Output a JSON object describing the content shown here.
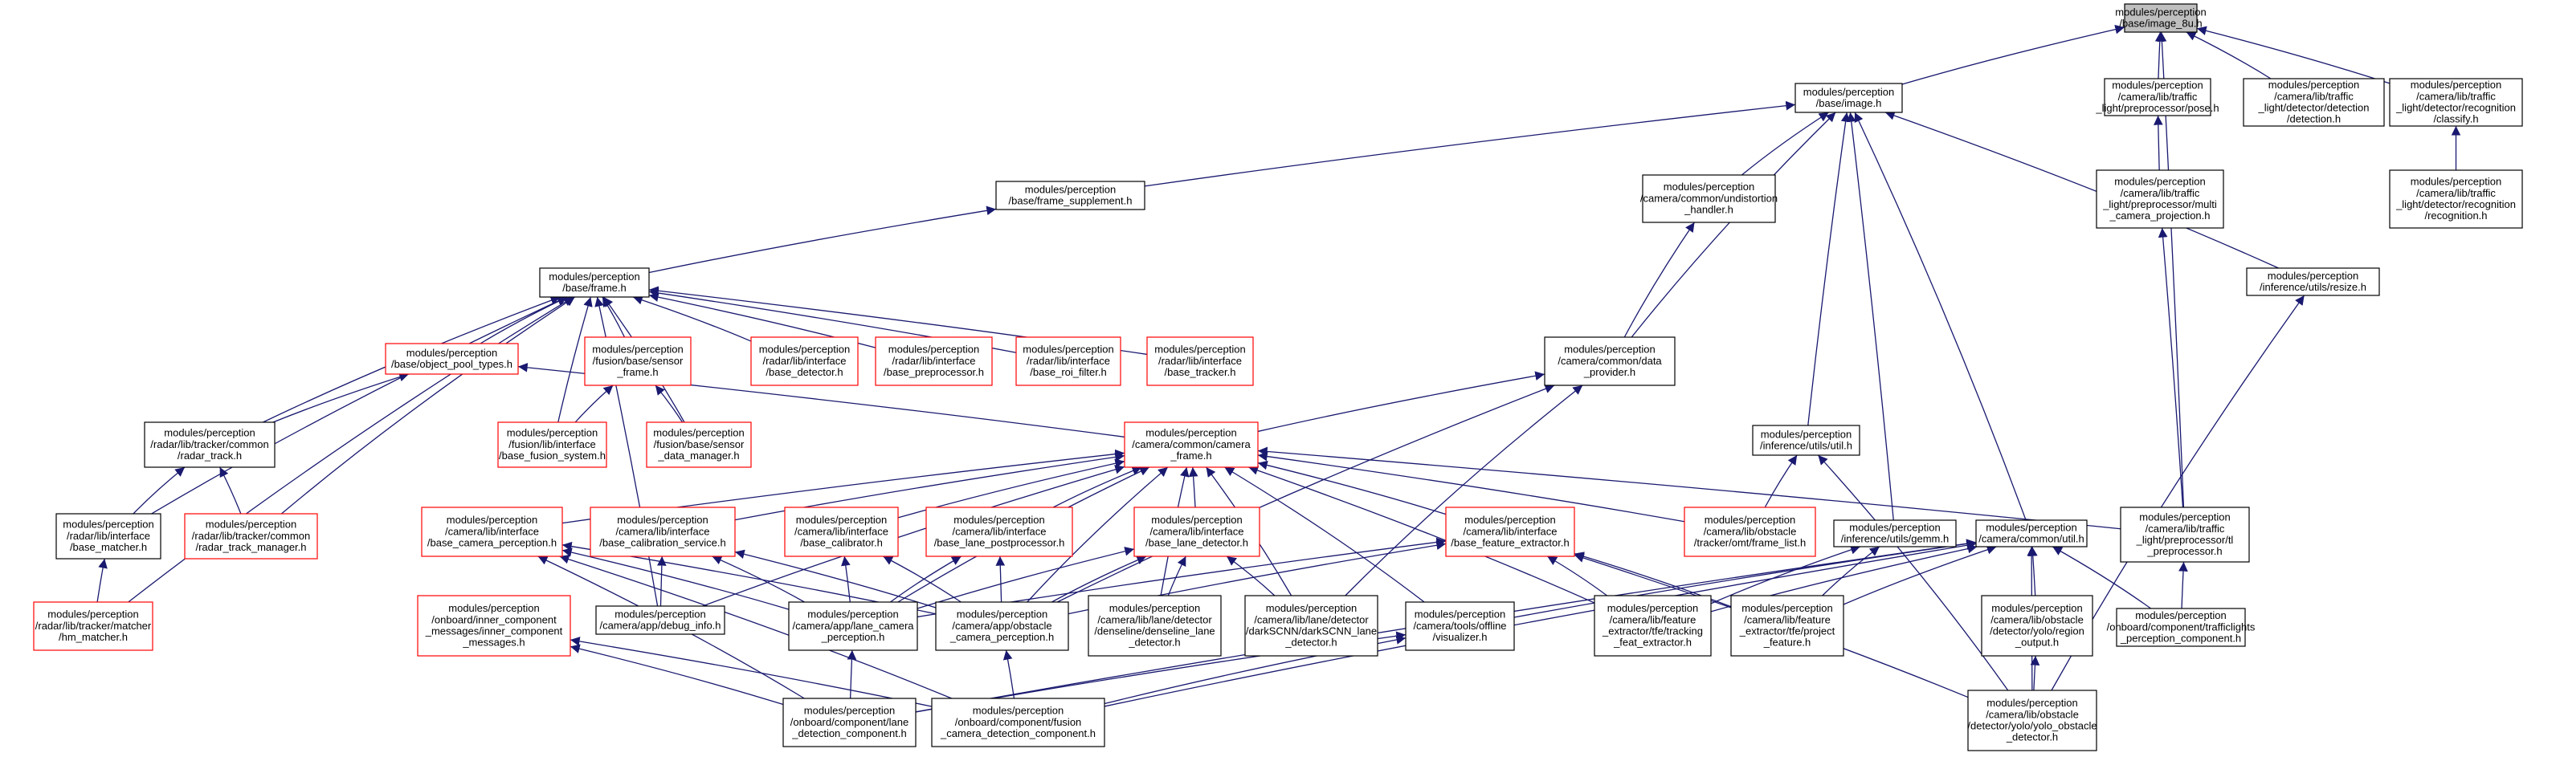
{
  "colors": {
    "background": "#ffffff",
    "documented_border": "#000000",
    "undocumented_border": "#ff0000",
    "root_fill": "#bfbfbf",
    "node_fill": "#ffffff",
    "edge": "#191970"
  },
  "nodes": [
    {
      "id": "image8u",
      "lines": [
        "modules/perception",
        "/base/image_8u.h"
      ],
      "style": "root"
    },
    {
      "id": "image",
      "lines": [
        "modules/perception",
        "/base/image.h"
      ],
      "style": "black"
    },
    {
      "id": "pose",
      "lines": [
        "modules/perception",
        "/camera/lib/traffic",
        "_light/preprocessor/pose.h"
      ],
      "style": "black"
    },
    {
      "id": "detection",
      "lines": [
        "modules/perception",
        "/camera/lib/traffic",
        "_light/detector/detection",
        "/detection.h"
      ],
      "style": "black"
    },
    {
      "id": "classify",
      "lines": [
        "modules/perception",
        "/camera/lib/traffic",
        "_light/detector/recognition",
        "/classify.h"
      ],
      "style": "black"
    },
    {
      "id": "multicam",
      "lines": [
        "modules/perception",
        "/camera/lib/traffic",
        "_light/preprocessor/multi",
        "_camera_projection.h"
      ],
      "style": "black"
    },
    {
      "id": "recognition",
      "lines": [
        "modules/perception",
        "/camera/lib/traffic",
        "_light/detector/recognition",
        "/recognition.h"
      ],
      "style": "black"
    },
    {
      "id": "frame_supplement",
      "lines": [
        "modules/perception",
        "/base/frame_supplement.h"
      ],
      "style": "black"
    },
    {
      "id": "undistortion",
      "lines": [
        "modules/perception",
        "/camera/common/undistortion",
        "_handler.h"
      ],
      "style": "black"
    },
    {
      "id": "resize",
      "lines": [
        "modules/perception",
        "/inference/utils/resize.h"
      ],
      "style": "black"
    },
    {
      "id": "frame",
      "lines": [
        "modules/perception",
        "/base/frame.h"
      ],
      "style": "black"
    },
    {
      "id": "data_provider",
      "lines": [
        "modules/perception",
        "/camera/common/data",
        "_provider.h"
      ],
      "style": "black"
    },
    {
      "id": "object_pool",
      "lines": [
        "modules/perception",
        "/base/object_pool_types.h"
      ],
      "style": "red"
    },
    {
      "id": "fusion_sensor_frame",
      "lines": [
        "modules/perception",
        "/fusion/base/sensor",
        "_frame.h"
      ],
      "style": "red"
    },
    {
      "id": "base_detector",
      "lines": [
        "modules/perception",
        "/radar/lib/interface",
        "/base_detector.h"
      ],
      "style": "red"
    },
    {
      "id": "base_preprocessor",
      "lines": [
        "modules/perception",
        "/radar/lib/interface",
        "/base_preprocessor.h"
      ],
      "style": "red"
    },
    {
      "id": "base_roi_filter",
      "lines": [
        "modules/perception",
        "/radar/lib/interface",
        "/base_roi_filter.h"
      ],
      "style": "red"
    },
    {
      "id": "base_tracker",
      "lines": [
        "modules/perception",
        "/radar/lib/interface",
        "/base_tracker.h"
      ],
      "style": "red"
    },
    {
      "id": "infer_util",
      "lines": [
        "modules/perception",
        "/inference/utils/util.h"
      ],
      "style": "black"
    },
    {
      "id": "radar_track",
      "lines": [
        "modules/perception",
        "/radar/lib/tracker/common",
        "/radar_track.h"
      ],
      "style": "black"
    },
    {
      "id": "fusion_system",
      "lines": [
        "modules/perception",
        "/fusion/lib/interface",
        "/base_fusion_system.h"
      ],
      "style": "red"
    },
    {
      "id": "sensor_data_manager",
      "lines": [
        "modules/perception",
        "/fusion/base/sensor",
        "_data_manager.h"
      ],
      "style": "red"
    },
    {
      "id": "camera_frame",
      "lines": [
        "modules/perception",
        "/camera/common/camera",
        "_frame.h"
      ],
      "style": "red"
    },
    {
      "id": "frame_list",
      "lines": [
        "modules/perception",
        "/camera/lib/obstacle",
        "/tracker/omt/frame_list.h"
      ],
      "style": "red"
    },
    {
      "id": "gemm",
      "lines": [
        "modules/perception",
        "/inference/utils/gemm.h"
      ],
      "style": "black"
    },
    {
      "id": "common_util",
      "lines": [
        "modules/perception",
        "/camera/common/util.h"
      ],
      "style": "black"
    },
    {
      "id": "tl_preprocessor",
      "lines": [
        "modules/perception",
        "/camera/lib/traffic",
        "_light/preprocessor/tl",
        "_preprocessor.h"
      ],
      "style": "black"
    },
    {
      "id": "base_matcher",
      "lines": [
        "modules/perception",
        "/radar/lib/interface",
        "/base_matcher.h"
      ],
      "style": "black"
    },
    {
      "id": "radar_track_manager",
      "lines": [
        "modules/perception",
        "/radar/lib/tracker/common",
        "/radar_track_manager.h"
      ],
      "style": "red"
    },
    {
      "id": "base_camera_perception",
      "lines": [
        "modules/perception",
        "/camera/lib/interface",
        "/base_camera_perception.h"
      ],
      "style": "red"
    },
    {
      "id": "base_calibration_service",
      "lines": [
        "modules/perception",
        "/camera/lib/interface",
        "/base_calibration_service.h"
      ],
      "style": "red"
    },
    {
      "id": "base_calibrator",
      "lines": [
        "modules/perception",
        "/camera/lib/interface",
        "/base_calibrator.h"
      ],
      "style": "red"
    },
    {
      "id": "base_lane_postprocessor",
      "lines": [
        "modules/perception",
        "/camera/lib/interface",
        "/base_lane_postprocessor.h"
      ],
      "style": "red"
    },
    {
      "id": "base_lane_detector",
      "lines": [
        "modules/perception",
        "/camera/lib/interface",
        "/base_lane_detector.h"
      ],
      "style": "red"
    },
    {
      "id": "base_feature_extractor",
      "lines": [
        "modules/perception",
        "/camera/lib/interface",
        "/base_feature_extractor.h"
      ],
      "style": "red"
    },
    {
      "id": "hm_matcher",
      "lines": [
        "modules/perception",
        "/radar/lib/tracker/matcher",
        "/hm_matcher.h"
      ],
      "style": "red"
    },
    {
      "id": "inner_component",
      "lines": [
        "modules/perception",
        "/onboard/inner_component",
        "_messages/inner_component",
        "_messages.h"
      ],
      "style": "red"
    },
    {
      "id": "debug_info",
      "lines": [
        "modules/perception",
        "/camera/app/debug_info.h"
      ],
      "style": "black"
    },
    {
      "id": "lane_camera_perception",
      "lines": [
        "modules/perception",
        "/camera/app/lane_camera",
        "_perception.h"
      ],
      "style": "black"
    },
    {
      "id": "obstacle_camera_perception",
      "lines": [
        "modules/perception",
        "/camera/app/obstacle",
        "_camera_perception.h"
      ],
      "style": "black"
    },
    {
      "id": "denseline",
      "lines": [
        "modules/perception",
        "/camera/lib/lane/detector",
        "/denseline/denseline_lane",
        "_detector.h"
      ],
      "style": "black"
    },
    {
      "id": "darkscnn",
      "lines": [
        "modules/perception",
        "/camera/lib/lane/detector",
        "/darkSCNN/darkSCNN_lane",
        "_detector.h"
      ],
      "style": "black"
    },
    {
      "id": "visualizer",
      "lines": [
        "modules/perception",
        "/camera/tools/offline",
        "/visualizer.h"
      ],
      "style": "black"
    },
    {
      "id": "tracking_feat",
      "lines": [
        "modules/perception",
        "/camera/lib/feature",
        "_extractor/tfe/tracking",
        "_feat_extractor.h"
      ],
      "style": "black"
    },
    {
      "id": "project_feature",
      "lines": [
        "modules/perception",
        "/camera/lib/feature",
        "_extractor/tfe/project",
        "_feature.h"
      ],
      "style": "black"
    },
    {
      "id": "region_output",
      "lines": [
        "modules/perception",
        "/camera/lib/obstacle",
        "/detector/yolo/region",
        "_output.h"
      ],
      "style": "black"
    },
    {
      "id": "trafficlights",
      "lines": [
        "modules/perception",
        "/onboard/component/trafficlights",
        "_perception_component.h"
      ],
      "style": "black"
    },
    {
      "id": "lane_detection_component",
      "lines": [
        "modules/perception",
        "/onboard/component/lane",
        "_detection_component.h"
      ],
      "style": "black"
    },
    {
      "id": "fusion_camera_detection",
      "lines": [
        "modules/perception",
        "/onboard/component/fusion",
        "_camera_detection_component.h"
      ],
      "style": "black"
    },
    {
      "id": "yolo_obstacle",
      "lines": [
        "modules/perception",
        "/camera/lib/obstacle",
        "/detector/yolo/yolo_obstacle",
        "_detector.h"
      ],
      "style": "black"
    }
  ]
}
